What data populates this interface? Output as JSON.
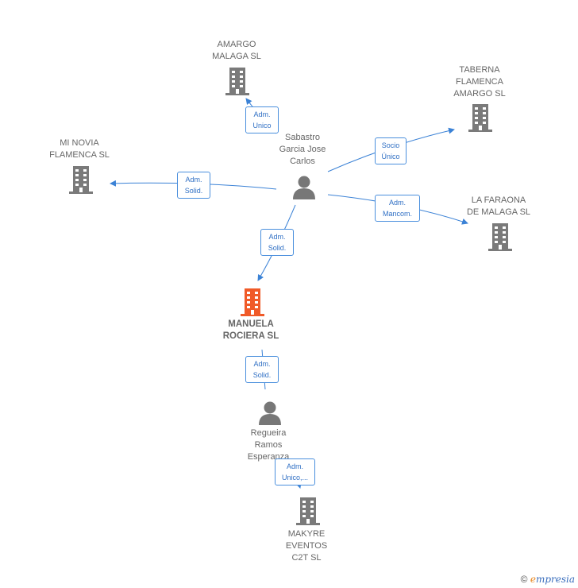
{
  "colors": {
    "edge": "#3b82d6",
    "building": "#7a7a7a",
    "main_building": "#f05a28",
    "person": "#777777"
  },
  "nodes": {
    "amargo": {
      "label": "AMARGO\nMALAGA SL",
      "icon": "building-icon"
    },
    "taberna": {
      "label": "TABERNA\nFLAMENCA\nAMARGO  SL",
      "icon": "building-icon"
    },
    "minovia": {
      "label": "MI NOVIA\nFLAMENCA  SL",
      "icon": "building-icon"
    },
    "faraona": {
      "label": "LA FARAONA\nDE MALAGA  SL",
      "icon": "building-icon"
    },
    "sabastro": {
      "label": "Sabastro\nGarcia Jose\nCarlos",
      "icon": "person-icon"
    },
    "manuela": {
      "label": "MANUELA\nROCIERA  SL",
      "icon": "building-icon"
    },
    "regueira": {
      "label": "Regueira\nRamos\nEsperanza",
      "icon": "person-icon"
    },
    "makyre": {
      "label": "MAKYRE\nEVENTOS\nC2T SL",
      "icon": "building-icon"
    }
  },
  "edges": {
    "to_amargo": "Adm.\nUnico",
    "to_taberna": "Socio\nÚnico",
    "to_minovia": "Adm.\nSolid.",
    "to_faraona": "Adm.\nMancom.",
    "to_manuela": "Adm.\nSolid.",
    "manuela_regueira": "Adm.\nSolid.",
    "to_makyre": "Adm.\nUnico,..."
  },
  "footer": {
    "copyright": "©",
    "brand_first": "e",
    "brand_rest": "mpresia"
  }
}
